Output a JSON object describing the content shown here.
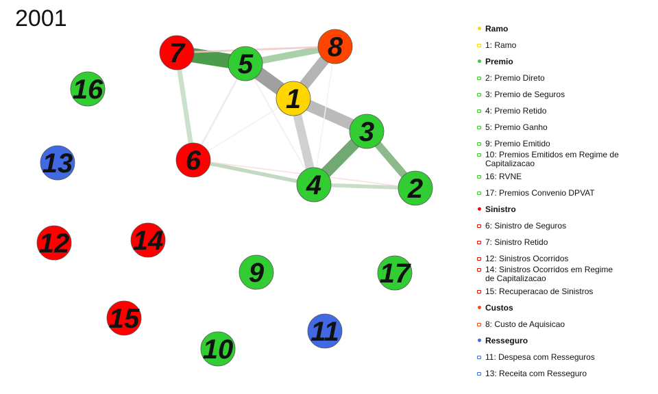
{
  "title": "2001",
  "graph": {
    "nodes": [
      {
        "id": "1",
        "color": "#FFD700"
      },
      {
        "id": "2",
        "color": "#32CD32"
      },
      {
        "id": "3",
        "color": "#32CD32"
      },
      {
        "id": "4",
        "color": "#32CD32"
      },
      {
        "id": "5",
        "color": "#32CD32"
      },
      {
        "id": "6",
        "color": "#FF0000"
      },
      {
        "id": "7",
        "color": "#FF0000"
      },
      {
        "id": "8",
        "color": "#FF4500"
      },
      {
        "id": "9",
        "color": "#32CD32"
      },
      {
        "id": "10",
        "color": "#32CD32"
      },
      {
        "id": "11",
        "color": "#4169E1"
      },
      {
        "id": "12",
        "color": "#FF0000"
      },
      {
        "id": "13",
        "color": "#4169E1"
      },
      {
        "id": "14",
        "color": "#FF0000"
      },
      {
        "id": "15",
        "color": "#FF0000"
      },
      {
        "id": "16",
        "color": "#32CD32"
      },
      {
        "id": "17",
        "color": "#32CD32"
      }
    ],
    "edges": [
      {
        "source": "7",
        "target": "5",
        "color": "#2E8B2E",
        "strength": 0.75
      },
      {
        "source": "5",
        "target": "1",
        "color": "#909090",
        "strength": 0.7
      },
      {
        "source": "1",
        "target": "3",
        "color": "#B0B0B0",
        "strength": 0.6
      },
      {
        "source": "1",
        "target": "8",
        "color": "#A8A8A8",
        "strength": 0.55
      },
      {
        "source": "3",
        "target": "4",
        "color": "#5A9A5A",
        "strength": 0.6
      },
      {
        "source": "1",
        "target": "4",
        "color": "#C8C8C8",
        "strength": 0.45
      },
      {
        "source": "3",
        "target": "2",
        "color": "#7AAF7A",
        "strength": 0.4
      },
      {
        "source": "5",
        "target": "8",
        "color": "#9CC89C",
        "strength": 0.35
      },
      {
        "source": "7",
        "target": "6",
        "color": "#C2DCC2",
        "strength": 0.25
      },
      {
        "source": "6",
        "target": "4",
        "color": "#B8D4B8",
        "strength": 0.2
      },
      {
        "source": "4",
        "target": "2",
        "color": "#C0D8C0",
        "strength": 0.2
      },
      {
        "source": "7",
        "target": "8",
        "color": "#F2C8C8",
        "strength": 0.1
      },
      {
        "source": "6",
        "target": "5",
        "color": "#EBEBEB",
        "strength": 0.1
      },
      {
        "source": "5",
        "target": "4",
        "color": "#F0F0F0",
        "strength": 0.08
      },
      {
        "source": "8",
        "target": "4",
        "color": "#F2F2F2",
        "strength": 0.06
      },
      {
        "source": "6",
        "target": "2",
        "color": "#F6D8D8",
        "strength": 0.05
      },
      {
        "source": "6",
        "target": "1",
        "color": "#F0F0F0",
        "strength": 0.06
      }
    ]
  },
  "legend": [
    {
      "kind": "group",
      "color": "#FFD700",
      "label": "Ramo"
    },
    {
      "kind": "item",
      "color": "#FFD700",
      "label": "1: Ramo"
    },
    {
      "kind": "group",
      "color": "#32CD32",
      "label": "Premio"
    },
    {
      "kind": "item",
      "color": "#32CD32",
      "label": "2: Premio Direto"
    },
    {
      "kind": "item",
      "color": "#32CD32",
      "label": "3: Premio de Seguros"
    },
    {
      "kind": "item",
      "color": "#32CD32",
      "label": "4: Premio Retido"
    },
    {
      "kind": "item",
      "color": "#32CD32",
      "label": "5: Premio Ganho"
    },
    {
      "kind": "item",
      "color": "#32CD32",
      "label": "9: Premio Emitido"
    },
    {
      "kind": "item",
      "color": "#32CD32",
      "label": "10: Premios Emitidos em Regime de Capitalizacao"
    },
    {
      "kind": "item",
      "color": "#32CD32",
      "label": "16: RVNE"
    },
    {
      "kind": "item",
      "color": "#32CD32",
      "label": "17: Premios Convenio DPVAT"
    },
    {
      "kind": "group",
      "color": "#FF0000",
      "label": "Sinistro"
    },
    {
      "kind": "item",
      "color": "#FF0000",
      "label": "6: Sinistro de Seguros"
    },
    {
      "kind": "item",
      "color": "#FF0000",
      "label": "7: Sinistro Retido"
    },
    {
      "kind": "item",
      "color": "#FF0000",
      "label": "12: Sinistros Ocorridos"
    },
    {
      "kind": "item",
      "color": "#FF0000",
      "label": "14: Sinistros Ocorridos em Regime de Capitalizacao"
    },
    {
      "kind": "item",
      "color": "#FF0000",
      "label": "15: Recuperacao de Sinistros"
    },
    {
      "kind": "group",
      "color": "#FF4500",
      "label": "Custos"
    },
    {
      "kind": "item",
      "color": "#FF4500",
      "label": "8: Custo de Aquisicao"
    },
    {
      "kind": "group",
      "color": "#4169E1",
      "label": "Resseguro"
    },
    {
      "kind": "item",
      "color": "#4169E1",
      "label": "11: Despesa com Resseguros"
    },
    {
      "kind": "item",
      "color": "#4169E1",
      "label": "13: Receita com Resseguro"
    }
  ]
}
